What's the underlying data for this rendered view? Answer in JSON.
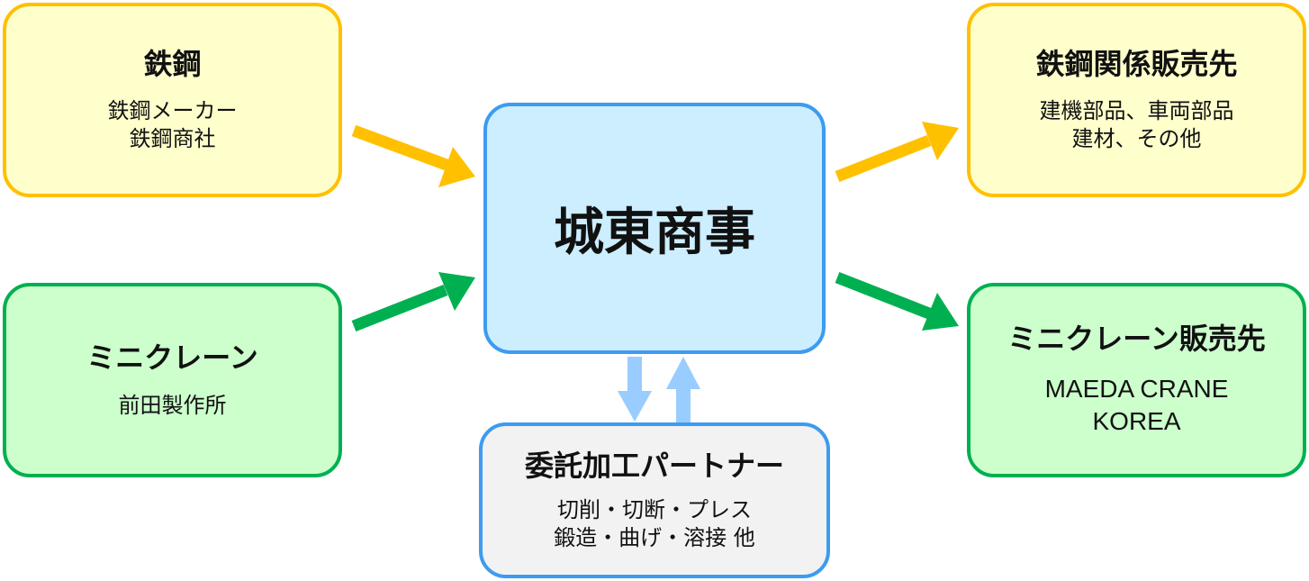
{
  "center": {
    "title": "城東商事"
  },
  "steel_supply": {
    "title": "鉄鋼",
    "lines": [
      "鉄鋼メーカー",
      "鉄鋼商社"
    ]
  },
  "crane_supply": {
    "title": "ミニクレーン",
    "lines": [
      "前田製作所"
    ]
  },
  "steel_sales": {
    "title": "鉄鋼関係販売先",
    "lines": [
      "建機部品、車両部品",
      "建材、その他"
    ]
  },
  "crane_sales": {
    "title": "ミニクレーン販売先",
    "lines": [
      "MAEDA CRANE",
      "KOREA"
    ]
  },
  "partner": {
    "title": "委託加工パートナー",
    "lines": [
      "切削・切断・プレス",
      "鍛造・曲げ・溶接 他"
    ]
  },
  "colors": {
    "yellow_arrow": "#ffc000",
    "green_arrow": "#00b050",
    "blue_arrow": "#99ccff"
  }
}
